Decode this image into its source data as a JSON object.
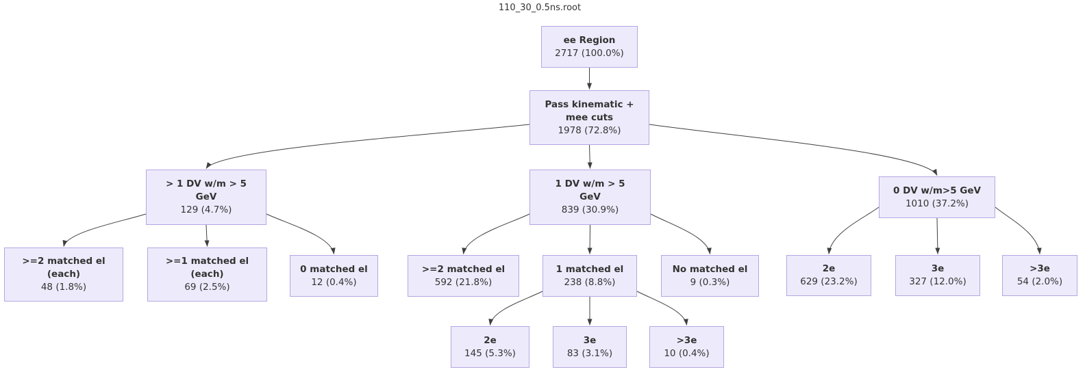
{
  "title": "110_30_0.5ns.root",
  "colors": {
    "node_fill": "#edebfb",
    "node_border": "#b5a5e3",
    "text": "#333333",
    "edge": "#3f3f3f",
    "background": "#ffffff"
  },
  "nodes": {
    "ee_region": {
      "label": "ee Region",
      "value": "2717 (100.0%)"
    },
    "pass_kinematic": {
      "label": "Pass kinematic +\nmee cuts",
      "value": "1978 (72.8%)"
    },
    "gt1_dv": {
      "label": "> 1 DV w/m > 5\nGeV",
      "value": "129 (4.7%)"
    },
    "one_dv": {
      "label": "1 DV w/m > 5\nGeV",
      "value": "839 (30.9%)"
    },
    "zero_dv": {
      "label": "0 DV w/m>5 GeV",
      "value": "1010 (37.2%)"
    },
    "ge2_matched_each": {
      "label": ">=2 matched el\n(each)",
      "value": "48 (1.8%)"
    },
    "ge1_matched_each": {
      "label": ">=1 matched el\n(each)",
      "value": "69 (2.5%)"
    },
    "zero_matched": {
      "label": "0 matched el",
      "value": "12 (0.4%)"
    },
    "ge2_matched": {
      "label": ">=2 matched el",
      "value": "592 (21.8%)"
    },
    "one_matched": {
      "label": "1 matched el",
      "value": "238 (8.8%)"
    },
    "no_matched": {
      "label": "No matched el",
      "value": "9 (0.3%)"
    },
    "dv0_2e": {
      "label": "2e",
      "value": "629 (23.2%)"
    },
    "dv0_3e": {
      "label": "3e",
      "value": "327 (12.0%)"
    },
    "dv0_gt3e": {
      "label": ">3e",
      "value": "54 (2.0%)"
    },
    "m1_2e": {
      "label": "2e",
      "value": "145 (5.3%)"
    },
    "m1_3e": {
      "label": "3e",
      "value": "83 (3.1%)"
    },
    "m1_gt3e": {
      "label": ">3e",
      "value": "10 (0.4%)"
    }
  },
  "edges": [
    {
      "from": "ee_region",
      "to": "pass_kinematic"
    },
    {
      "from": "pass_kinematic",
      "to": "gt1_dv"
    },
    {
      "from": "pass_kinematic",
      "to": "one_dv"
    },
    {
      "from": "pass_kinematic",
      "to": "zero_dv"
    },
    {
      "from": "gt1_dv",
      "to": "ge2_matched_each"
    },
    {
      "from": "gt1_dv",
      "to": "ge1_matched_each"
    },
    {
      "from": "gt1_dv",
      "to": "zero_matched"
    },
    {
      "from": "one_dv",
      "to": "ge2_matched"
    },
    {
      "from": "one_dv",
      "to": "one_matched"
    },
    {
      "from": "one_dv",
      "to": "no_matched"
    },
    {
      "from": "one_matched",
      "to": "m1_2e"
    },
    {
      "from": "one_matched",
      "to": "m1_3e"
    },
    {
      "from": "one_matched",
      "to": "m1_gt3e"
    },
    {
      "from": "zero_dv",
      "to": "dv0_2e"
    },
    {
      "from": "zero_dv",
      "to": "dv0_3e"
    },
    {
      "from": "zero_dv",
      "to": "dv0_gt3e"
    }
  ]
}
